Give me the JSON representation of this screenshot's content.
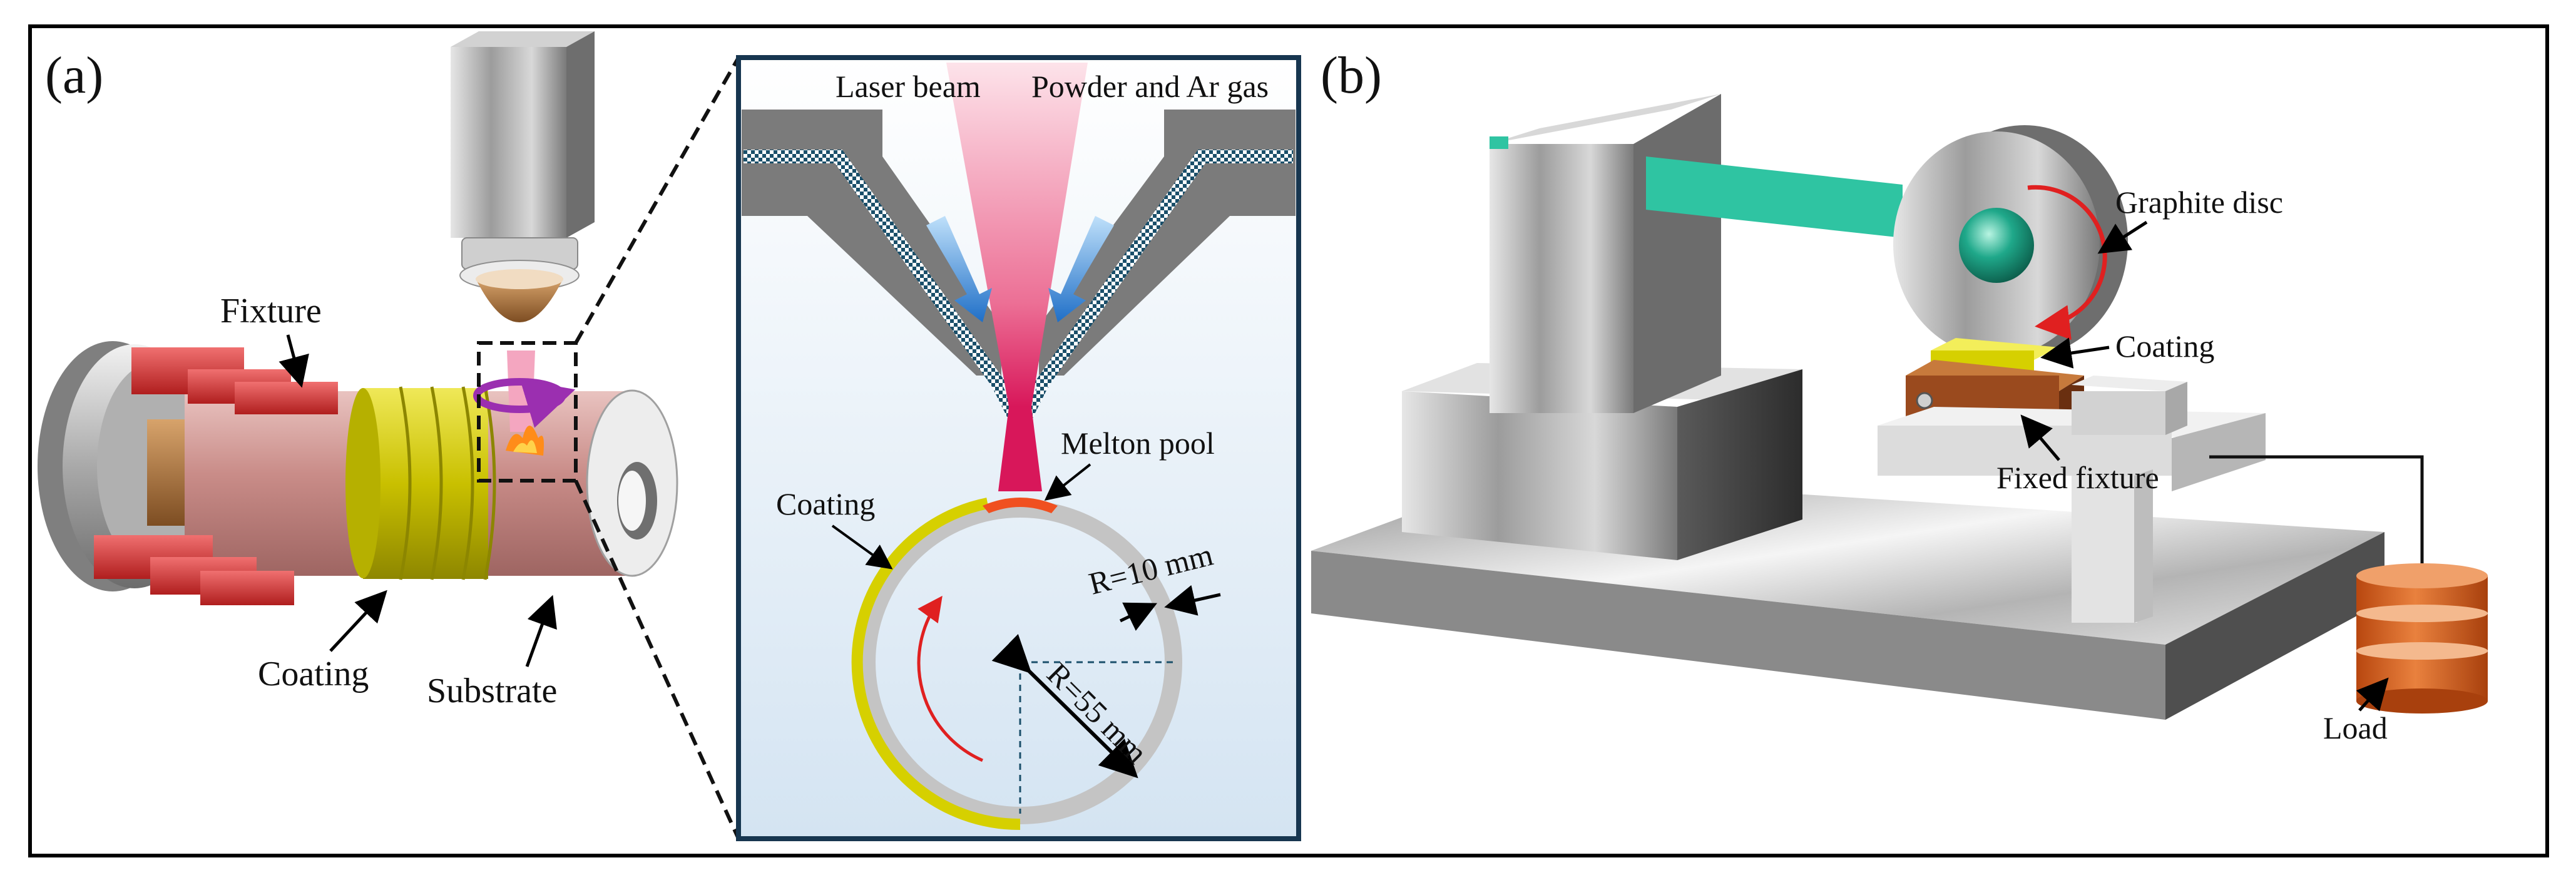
{
  "panel_a": {
    "tag": "(a)",
    "labels": {
      "fixture": "Fixture",
      "coating": "Coating",
      "substrate": "Substrate"
    }
  },
  "inset": {
    "labels": {
      "laser_beam": "Laser beam",
      "powder_gas": "Powder and Ar gas",
      "melt_pool": "Melton pool",
      "coating": "Coating",
      "r_small": "R=10 mm",
      "r_large": "R=55 mm"
    }
  },
  "panel_b": {
    "tag": "(b)",
    "labels": {
      "graphite_disc": "Graphite disc",
      "coating": "Coating",
      "fixed_fixture": "Fixed fixture",
      "load": "Load"
    }
  },
  "colors": {
    "laser": "#e8336b",
    "coating": "#d6d000",
    "fixture_red": "#d93a3a",
    "powder_blue": "#3a8fd8",
    "rotation_purple": "#9b2fb0",
    "disc_green": "#1fa88a",
    "load_orange": "#d9601e",
    "fixture_brown": "#9a4a1e",
    "rotation_arrow": "#e02020"
  }
}
